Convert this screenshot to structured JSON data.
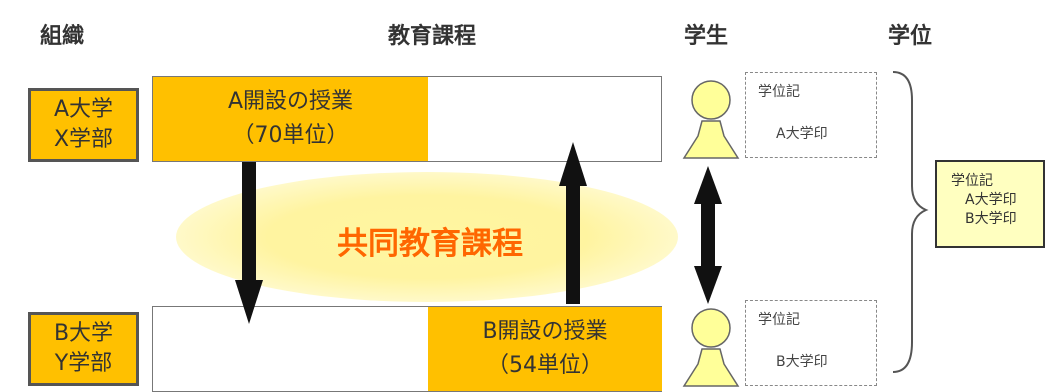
{
  "headers": {
    "organization": "組織",
    "curriculum": "教育課程",
    "student": "学生",
    "degree": "学位"
  },
  "orgs": [
    {
      "line1": "A大学",
      "line2": "X学部"
    },
    {
      "line1": "B大学",
      "line2": "Y学部"
    }
  ],
  "courses": {
    "a": {
      "name": "A開設の授業",
      "units": "（70単位）"
    },
    "b": {
      "name": "B開設の授業",
      "units": "（54単位）"
    }
  },
  "joint_label": "共同教育課程",
  "diplomas": [
    {
      "title": "学位記",
      "seal": "A大学印"
    },
    {
      "title": "学位記",
      "seal": "B大学印"
    }
  ],
  "final_diploma": {
    "title": "学位記",
    "seal_a": "A大学印",
    "seal_b": "B大学印"
  },
  "colors": {
    "course_fill": "#ffc000",
    "person_fill": "#ffff99",
    "joint_text": "#ff6600",
    "final_fill": "#ffffc0"
  }
}
